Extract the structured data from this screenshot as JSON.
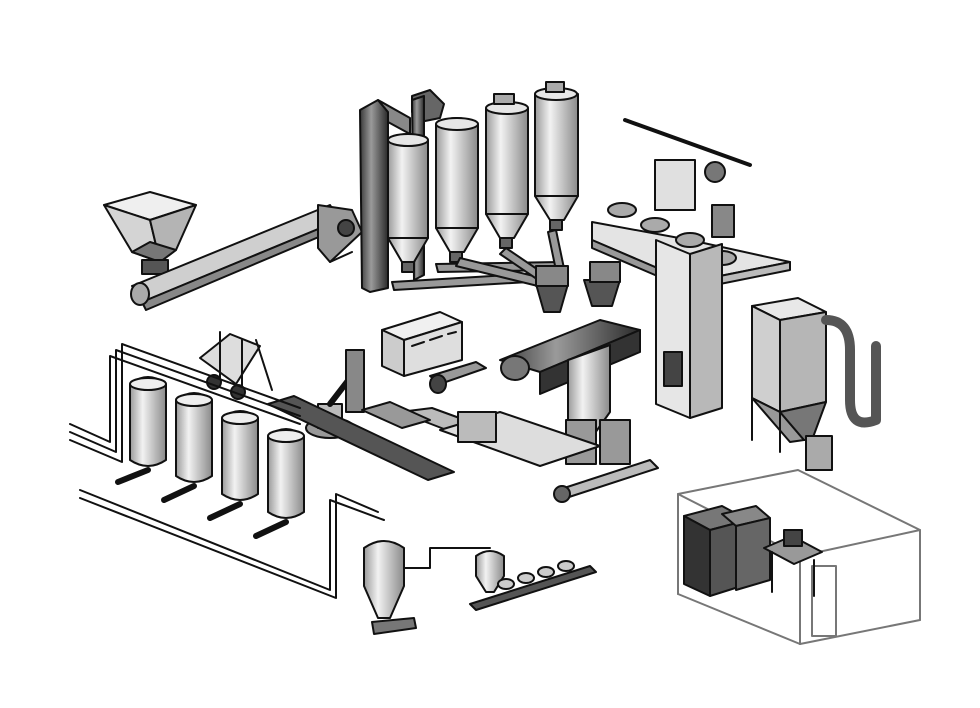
{
  "diagram": {
    "kind": "isometric-production-line-illustration",
    "style": "grayscale line art",
    "components": [
      {
        "id": "raw-material-hopper",
        "icon": "hopper-icon"
      },
      {
        "id": "inclined-screw-conveyor",
        "icon": "conveyor-icon"
      },
      {
        "id": "bucket-elevators",
        "icon": "elevator-icon"
      },
      {
        "id": "storage-silos",
        "icon": "silo-icon"
      },
      {
        "id": "weighing-hoppers",
        "icon": "hopper-icon"
      },
      {
        "id": "control-cabinet",
        "icon": "cabinet-icon"
      },
      {
        "id": "drive-motor",
        "icon": "motor-icon"
      },
      {
        "id": "extruder-mixer",
        "icon": "extruder-icon"
      },
      {
        "id": "packing-platform",
        "icon": "platform-icon"
      },
      {
        "id": "dust-collector",
        "icon": "filter-icon"
      },
      {
        "id": "forklift",
        "icon": "forklift-icon"
      },
      {
        "id": "palletizing-robot",
        "icon": "robot-icon"
      },
      {
        "id": "roller-conveyor",
        "icon": "conveyor-icon"
      },
      {
        "id": "liquid-tanks",
        "icon": "tank-icon"
      },
      {
        "id": "cyclone-separator",
        "icon": "cyclone-icon"
      },
      {
        "id": "filling-line",
        "icon": "filling-icon"
      },
      {
        "id": "control-room",
        "icon": "room-icon"
      }
    ]
  }
}
